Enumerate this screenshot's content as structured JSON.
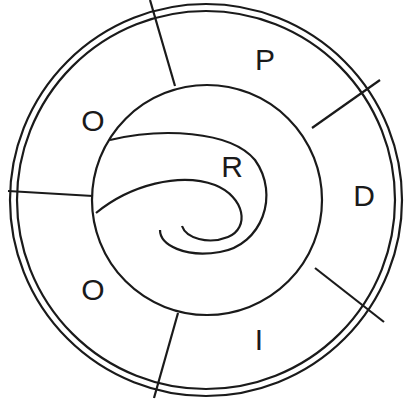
{
  "diagram": {
    "labels": [
      "P",
      "O",
      "R",
      "D",
      "O",
      "I"
    ]
  }
}
